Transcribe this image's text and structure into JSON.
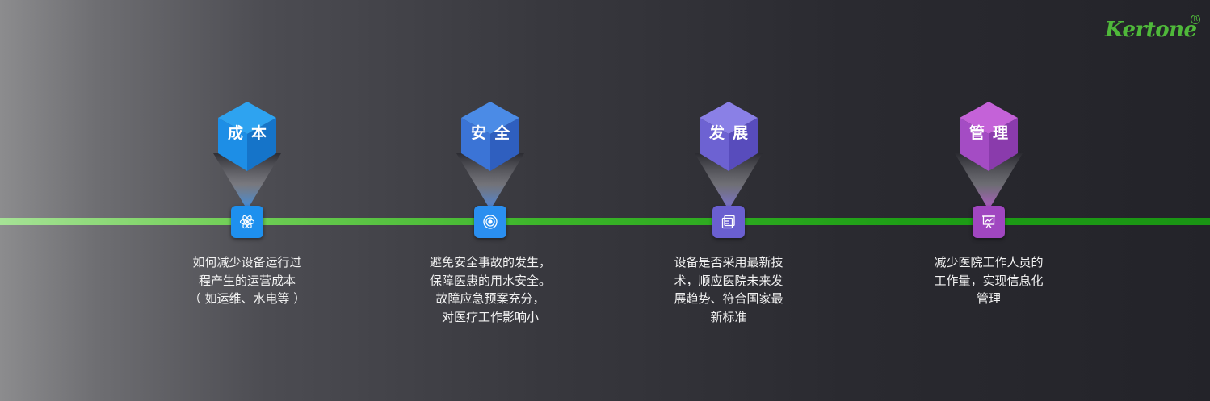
{
  "brand": {
    "logo_text": "Kertone",
    "registered_mark": "R"
  },
  "milestones": [
    {
      "title": "成本",
      "icon": "atom-icon",
      "color_top": "#2ea3f0",
      "color_left": "#1d8ee6",
      "color_right": "#1574c9",
      "node_color": "#1e90ee",
      "beam_color": "#3a8fe8",
      "lines": [
        "如何减少设备运行过",
        "程产生的运营成本",
        "（ 如运维、水电等 ）"
      ]
    },
    {
      "title": "安全",
      "icon": "target-icon",
      "color_top": "#4b8be6",
      "color_left": "#3b74d6",
      "color_right": "#2f5fbf",
      "node_color": "#2a8ff0",
      "beam_color": "#4a86e0",
      "lines": [
        "避免安全事故的发生，",
        "保障医患的用水安全。",
        "故障应急预案充分，",
        "对医疗工作影响小"
      ]
    },
    {
      "title": "发展",
      "icon": "frames-icon",
      "color_top": "#8a80e6",
      "color_left": "#6d62d2",
      "color_right": "#584cbc",
      "node_color": "#6a5fd0",
      "beam_color": "#7a70d8",
      "lines": [
        "设备是否采用最新技",
        "术，顺应医院未来发",
        "展趋势、符合国家最",
        "新标准"
      ]
    },
    {
      "title": "管理",
      "icon": "presentation-icon",
      "color_top": "#c462d8",
      "color_left": "#a44cc4",
      "color_right": "#8a3bac",
      "node_color": "#a046c0",
      "beam_color": "#b458cc",
      "lines": [
        "减少医院工作人员的",
        "工作量，实现信息化",
        "管理"
      ]
    }
  ]
}
